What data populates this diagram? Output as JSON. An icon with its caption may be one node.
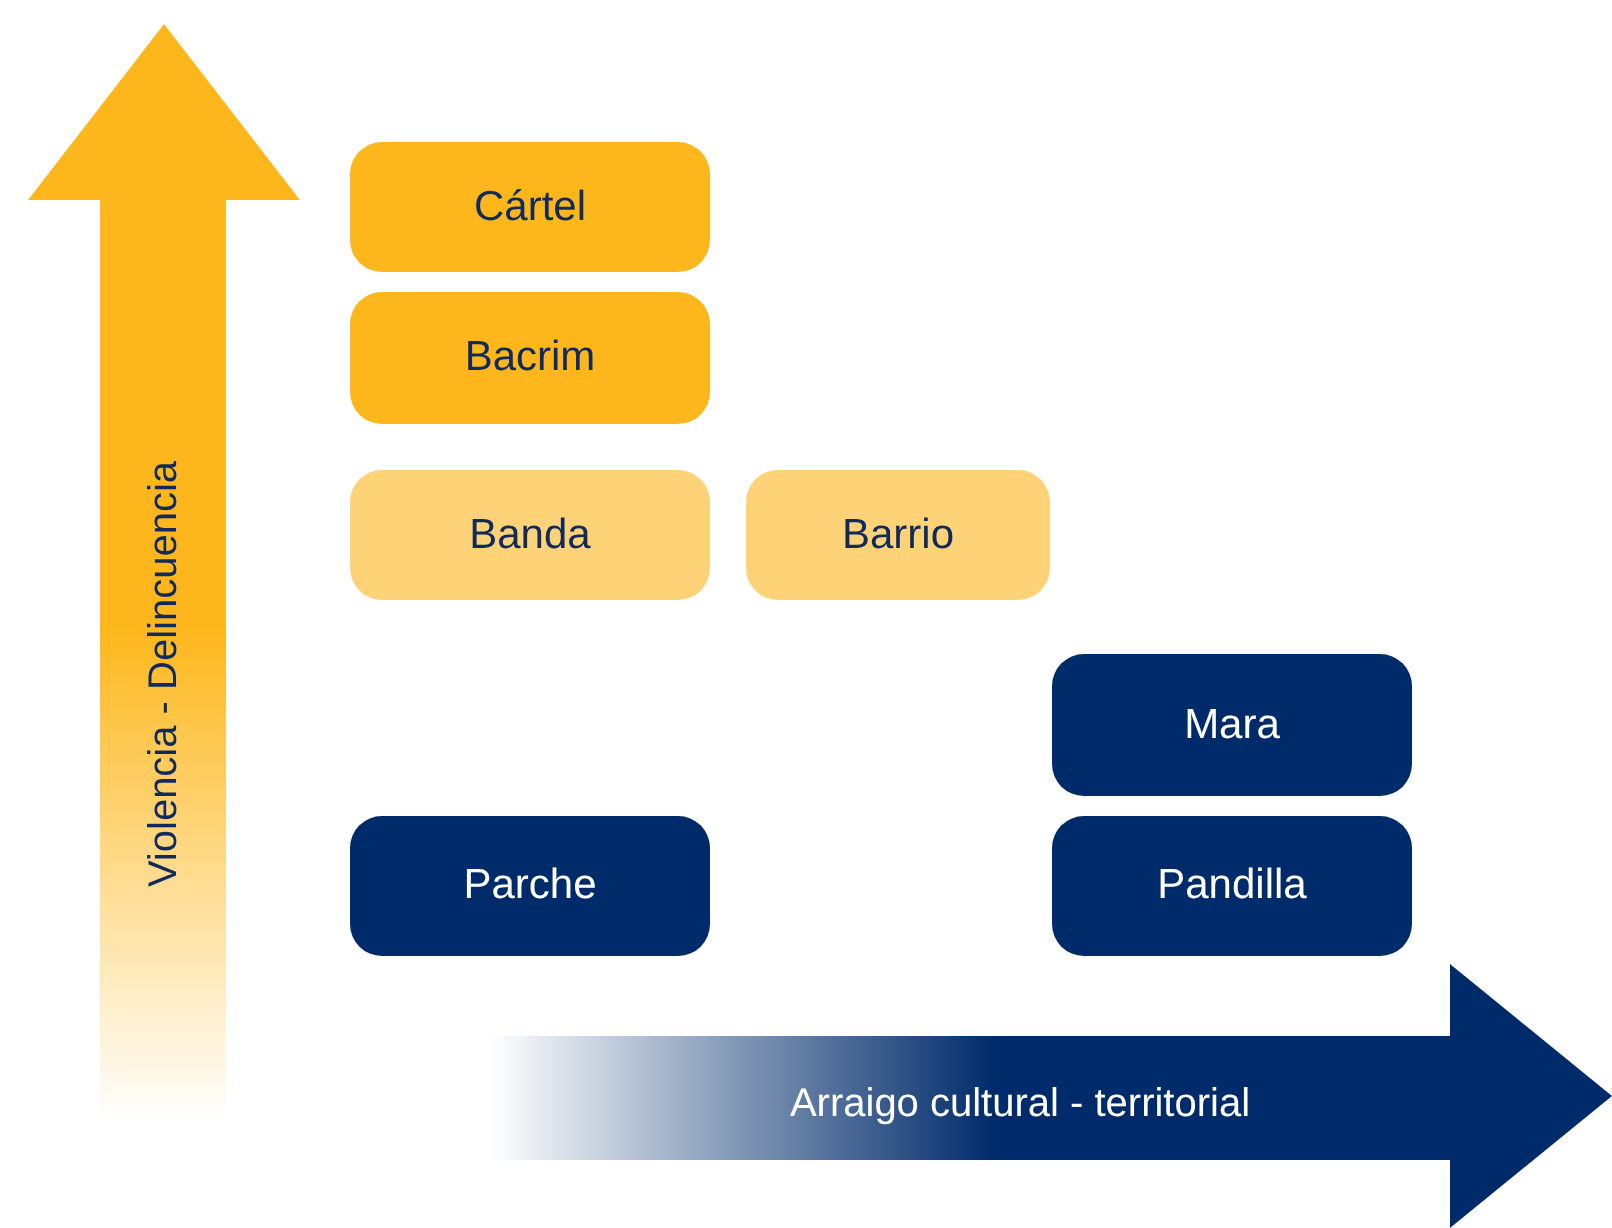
{
  "diagram": {
    "nodes": [
      {
        "text": [
          "Violencia - Delincuencia"
        ]
      },
      {
        "text": [
          "Cártel"
        ]
      },
      {
        "text": [
          "Bacrim"
        ]
      },
      {
        "text": [
          "Banda"
        ]
      },
      {
        "text": [
          "Barrio"
        ]
      },
      {
        "text": [
          "Mara"
        ]
      },
      {
        "text": [
          "Parche"
        ]
      },
      {
        "text": [
          "Pandilla"
        ]
      },
      {
        "text": [
          "Arraigo cultural - territorial"
        ]
      }
    ]
  }
}
